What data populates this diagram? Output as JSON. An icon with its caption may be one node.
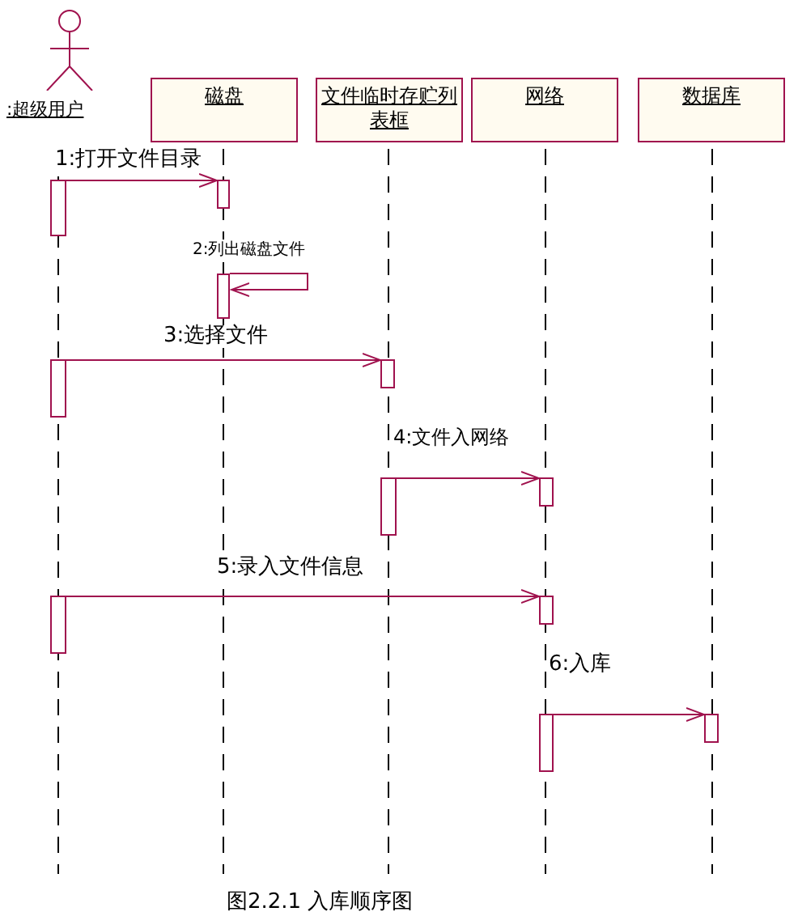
{
  "diagram": {
    "caption": "图2.2.1 入库顺序图",
    "nodes": [
      {
        "text": [
          ":超级用户"
        ]
      },
      {
        "text": [
          "磁盘"
        ]
      },
      {
        "text": [
          "文件临时存贮列表框"
        ]
      },
      {
        "text": [
          "网络"
        ]
      },
      {
        "text": [
          "数据库"
        ]
      },
      {
        "text": [],
        "shape": "bar"
      },
      {
        "text": [],
        "shape": "bar"
      },
      {
        "text": [],
        "shape": "bar"
      },
      {
        "text": [],
        "shape": "bar"
      },
      {
        "text": [],
        "shape": "bar"
      },
      {
        "text": [],
        "shape": "bar"
      },
      {
        "text": [],
        "shape": "bar"
      },
      {
        "text": [],
        "shape": "bar"
      },
      {
        "text": [],
        "shape": "bar"
      },
      {
        "text": [],
        "shape": "bar"
      },
      {
        "text": [],
        "shape": "bar"
      }
    ],
    "edges": [
      {
        "from": 5,
        "to": 6,
        "arrow": "to",
        "label": "1:打开文件目录"
      },
      {
        "from": 7,
        "to": 7,
        "arrow": "to",
        "label": "2:列出磁盘文件"
      },
      {
        "from": 8,
        "to": 9,
        "arrow": "to",
        "label": "3:选择文件"
      },
      {
        "from": 10,
        "to": 11,
        "arrow": "to",
        "label": "4:文件入网络"
      },
      {
        "from": 12,
        "to": 13,
        "arrow": "to",
        "label": "5:录入文件信息"
      },
      {
        "from": 14,
        "to": 15,
        "arrow": "to",
        "label": "6:入库"
      }
    ]
  }
}
